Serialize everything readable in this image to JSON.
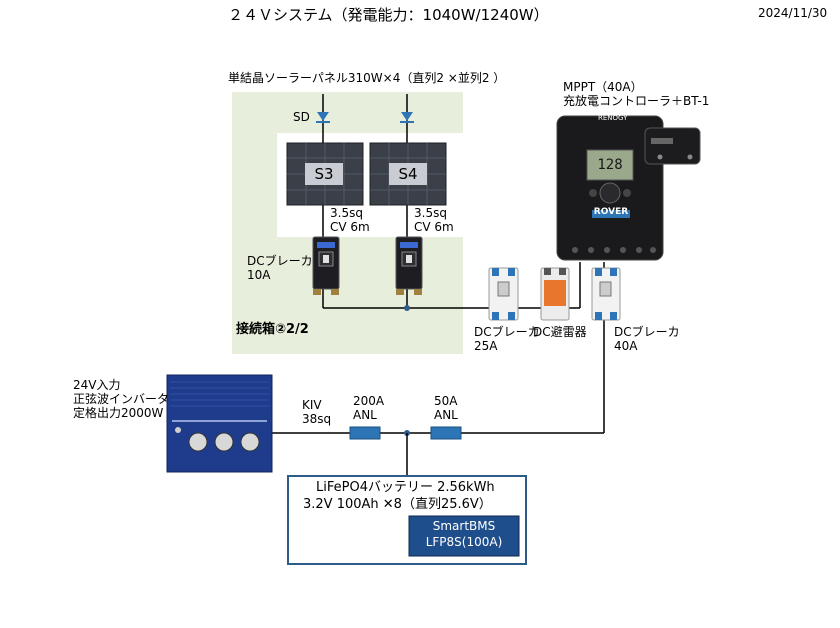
{
  "title": "２４Ｖシステム（発電能力：1040W/1240W）",
  "date": "2024/11/30",
  "panel_array": {
    "caption": "単結晶ソーラーパネル310W×4（直列2 ×並列2 ）",
    "sd_label": "SD",
    "panels": [
      "S3",
      "S4"
    ],
    "cable_1": [
      "3.5sq",
      "CV 6m"
    ],
    "cable_2": [
      "3.5sq",
      "CV 6m"
    ],
    "breaker_label": [
      "DCブレーカ",
      "10A"
    ],
    "junction_box_label": "接続箱②2/2",
    "junction_box_color": "#e8eedc"
  },
  "mppt": {
    "label": [
      "MPPT（40A）",
      "充放電コントローラ＋BT-1"
    ],
    "display": "128",
    "brand_top": "RENOGY",
    "brand": "ROVER"
  },
  "breaker_25a": [
    "DCブレーカ",
    "25A"
  ],
  "surge_arrester": "DC避雷器",
  "breaker_40a": [
    "DCブレーカ",
    "40A"
  ],
  "inverter": {
    "label": [
      "24V入力",
      "正弦波インバータ",
      "定格出力2000W"
    ],
    "color": "#1f3c8c"
  },
  "cable_kiv": [
    "KIV",
    "38sq"
  ],
  "fuse_200a": [
    "200A",
    "ANL"
  ],
  "fuse_50a": [
    "50A",
    "ANL"
  ],
  "battery": {
    "line1": "LiFePO4バッテリー 2.56kWh",
    "line2": "3.2V 100Ah ✕8（直列25.6V）",
    "bms": [
      "SmartBMS",
      "LFP8S(100A)"
    ],
    "border_color": "#2e5c8a",
    "bms_color": "#1f4e8c"
  },
  "colors": {
    "fuse": "#2e75b6",
    "wire": "#000000",
    "cable_arrow": "#2e75b6"
  }
}
